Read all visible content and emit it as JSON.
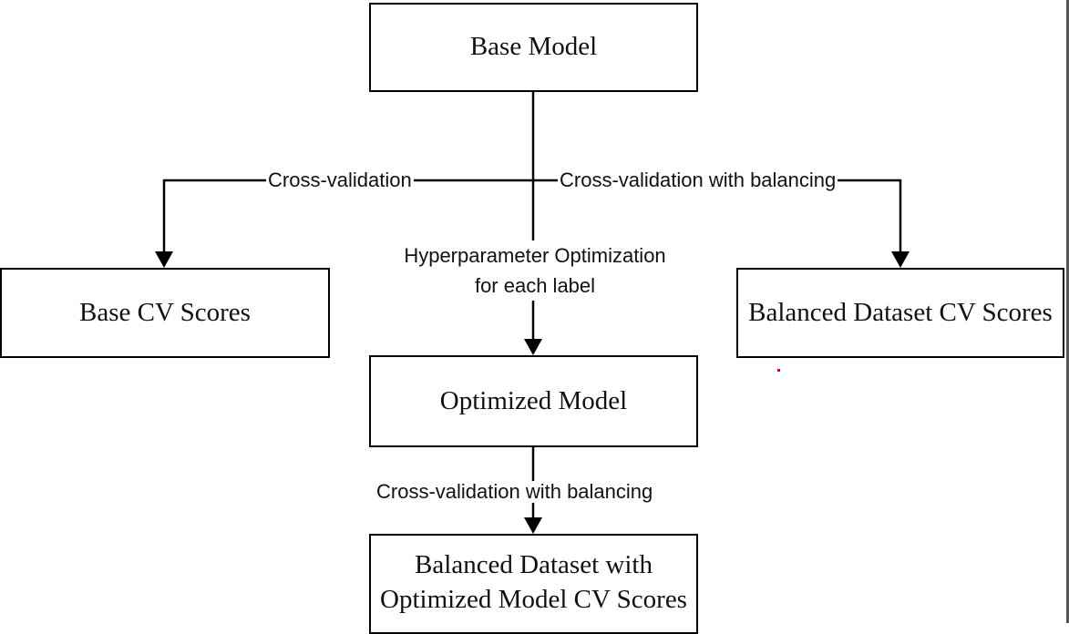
{
  "diagram": {
    "nodes": {
      "base_model": "Base Model",
      "base_cv_scores": "Base CV Scores",
      "balanced_dataset_cv_scores": "Balanced Dataset CV Scores",
      "optimized_model": "Optimized Model",
      "balanced_optimized_cv_scores_line1": "Balanced Dataset with",
      "balanced_optimized_cv_scores_line2": "Optimized Model CV Scores"
    },
    "edges": {
      "cross_validation": "Cross-validation",
      "cross_validation_with_balancing_right": "Cross-validation with balancing",
      "hyperparameter_line1": "Hyperparameter Optimization",
      "hyperparameter_line2": "for each label",
      "cross_validation_with_balancing_bottom": "Cross-validation with balancing"
    },
    "colors": {
      "line": "#000000",
      "box_border": "#000000",
      "text": "#111111",
      "marker": "#dd0000"
    }
  }
}
